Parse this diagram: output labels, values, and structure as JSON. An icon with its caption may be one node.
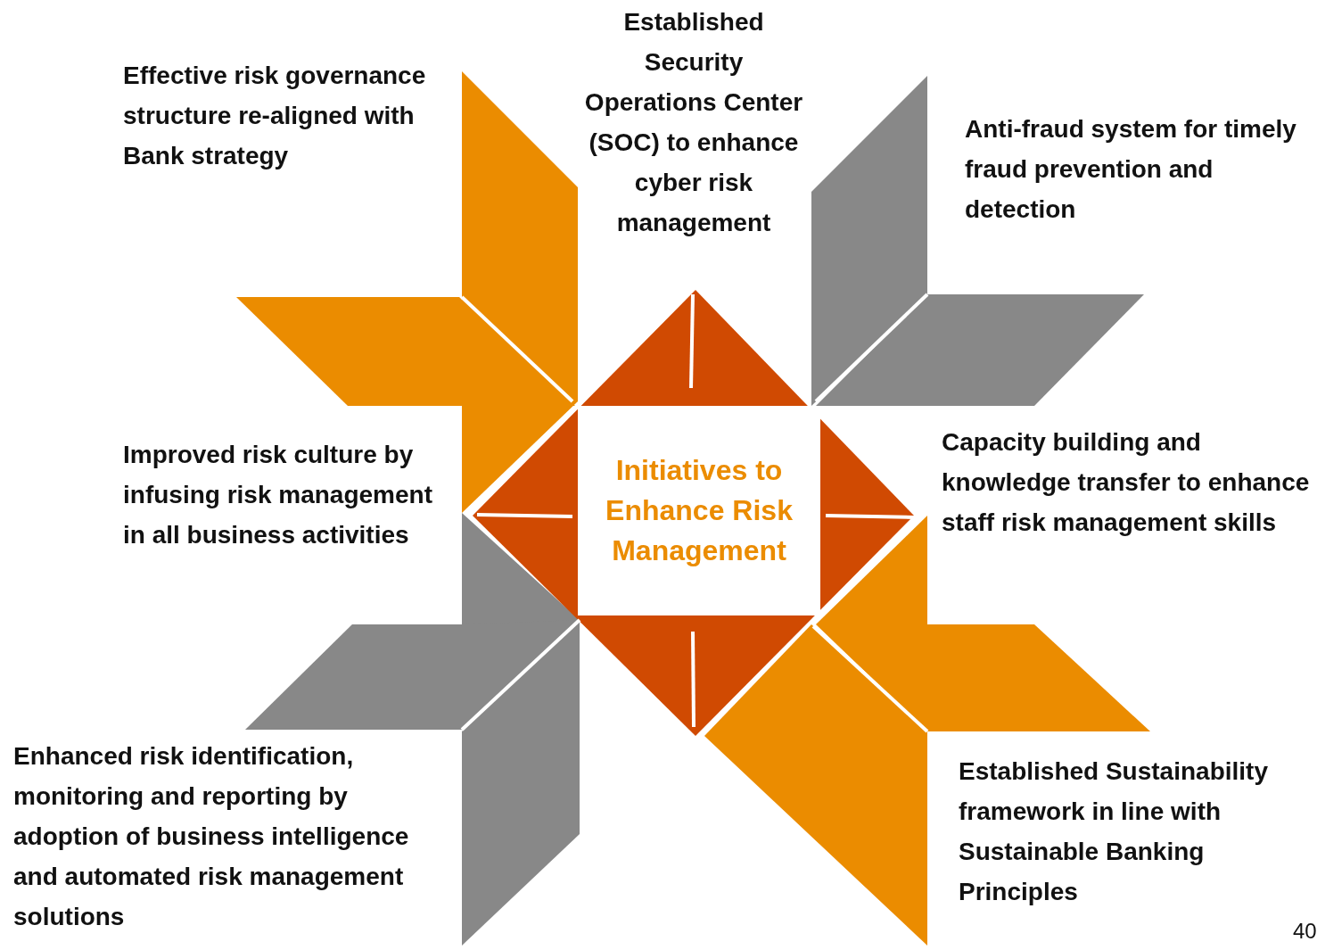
{
  "diagram": {
    "nodes": [
      {
        "text": [
          "Established Security Operations Center (SOC) to enhance cyber risk management"
        ]
      },
      {
        "text": [
          "Effective risk governance structure re-aligned with Bank strategy"
        ]
      },
      {
        "text": [
          "Anti-fraud system for timely fraud prevention and detection"
        ]
      },
      {
        "text": [
          "Improved risk culture by infusing risk management in all business activities"
        ]
      },
      {
        "text": [
          "Initiatives to Enhance Risk Management"
        ]
      },
      {
        "text": [
          "Capacity building and knowledge transfer to enhance staff risk management skills"
        ]
      },
      {
        "text": [
          "Enhanced risk identification, monitoring and reporting by adoption of business intelligence and automated risk management solutions"
        ]
      },
      {
        "text": [
          "Established Sustainability framework in line with Sustainable Banking Principles"
        ]
      }
    ],
    "labels": [
      "40"
    ]
  }
}
